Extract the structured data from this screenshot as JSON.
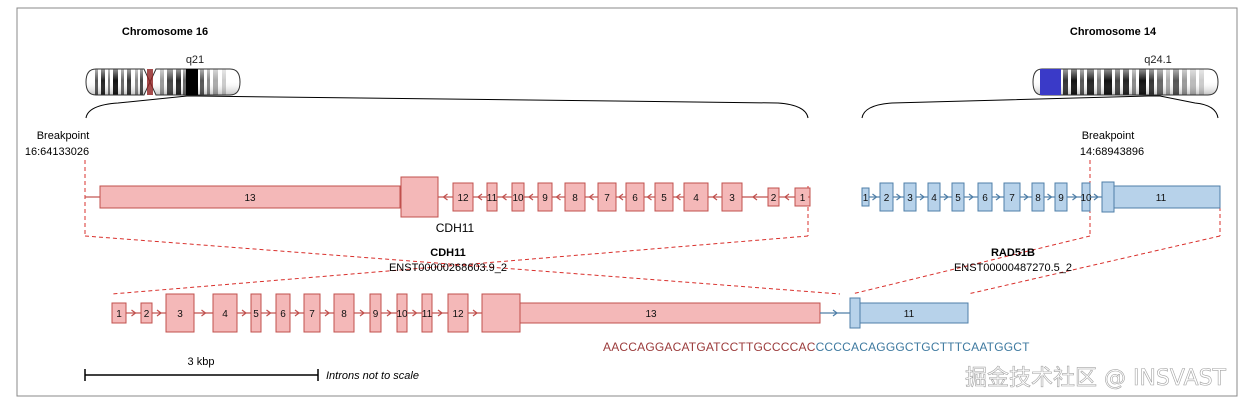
{
  "chromosomes": {
    "left": {
      "name": "Chromosome 16",
      "band": "q21"
    },
    "right": {
      "name": "Chromosome 14",
      "band": "q24.1"
    }
  },
  "breakpoints": {
    "left": {
      "label": "Breakpoint",
      "position": "16:64133026"
    },
    "right": {
      "label": "Breakpoint",
      "position": "14:68943896"
    }
  },
  "genes": {
    "cdh11": {
      "name": "CDH11",
      "transcript": "ENST00000268603.9_2"
    },
    "rad51b": {
      "name": "RAD51B",
      "transcript": "ENST00000487270.5_2"
    }
  },
  "exons": {
    "cdh11_top": [
      "13",
      "12",
      "11",
      "10",
      "9",
      "8",
      "7",
      "6",
      "5",
      "4",
      "3",
      "2",
      "1"
    ],
    "rad51b_top": [
      "1",
      "2",
      "3",
      "4",
      "5",
      "6",
      "7",
      "8",
      "9",
      "10",
      "11"
    ],
    "fusion_cdh11": [
      "1",
      "2",
      "3",
      "4",
      "5",
      "6",
      "7",
      "8",
      "9",
      "10",
      "11",
      "12",
      "13"
    ],
    "fusion_rad51b": [
      "11"
    ]
  },
  "junction": {
    "left_seq": "AACCAGGACATGATCCTTGCCCCAC",
    "right_seq": "CCCCACAGGGCTGCTTTCAATGGCT"
  },
  "scale": {
    "label": "3 kbp",
    "note": "Introns not to scale"
  },
  "watermark": "掘金技术社区 @ INSVAST",
  "colors": {
    "cdh11_fill": "#f4b8b8",
    "cdh11_stroke": "#c0504d",
    "rad51b_fill": "#b7d2ea",
    "rad51b_stroke": "#4f7fa8",
    "seq_left": "#9b3b3b",
    "seq_right": "#3f7aa0",
    "breakpoint_line": "#d9302c"
  }
}
